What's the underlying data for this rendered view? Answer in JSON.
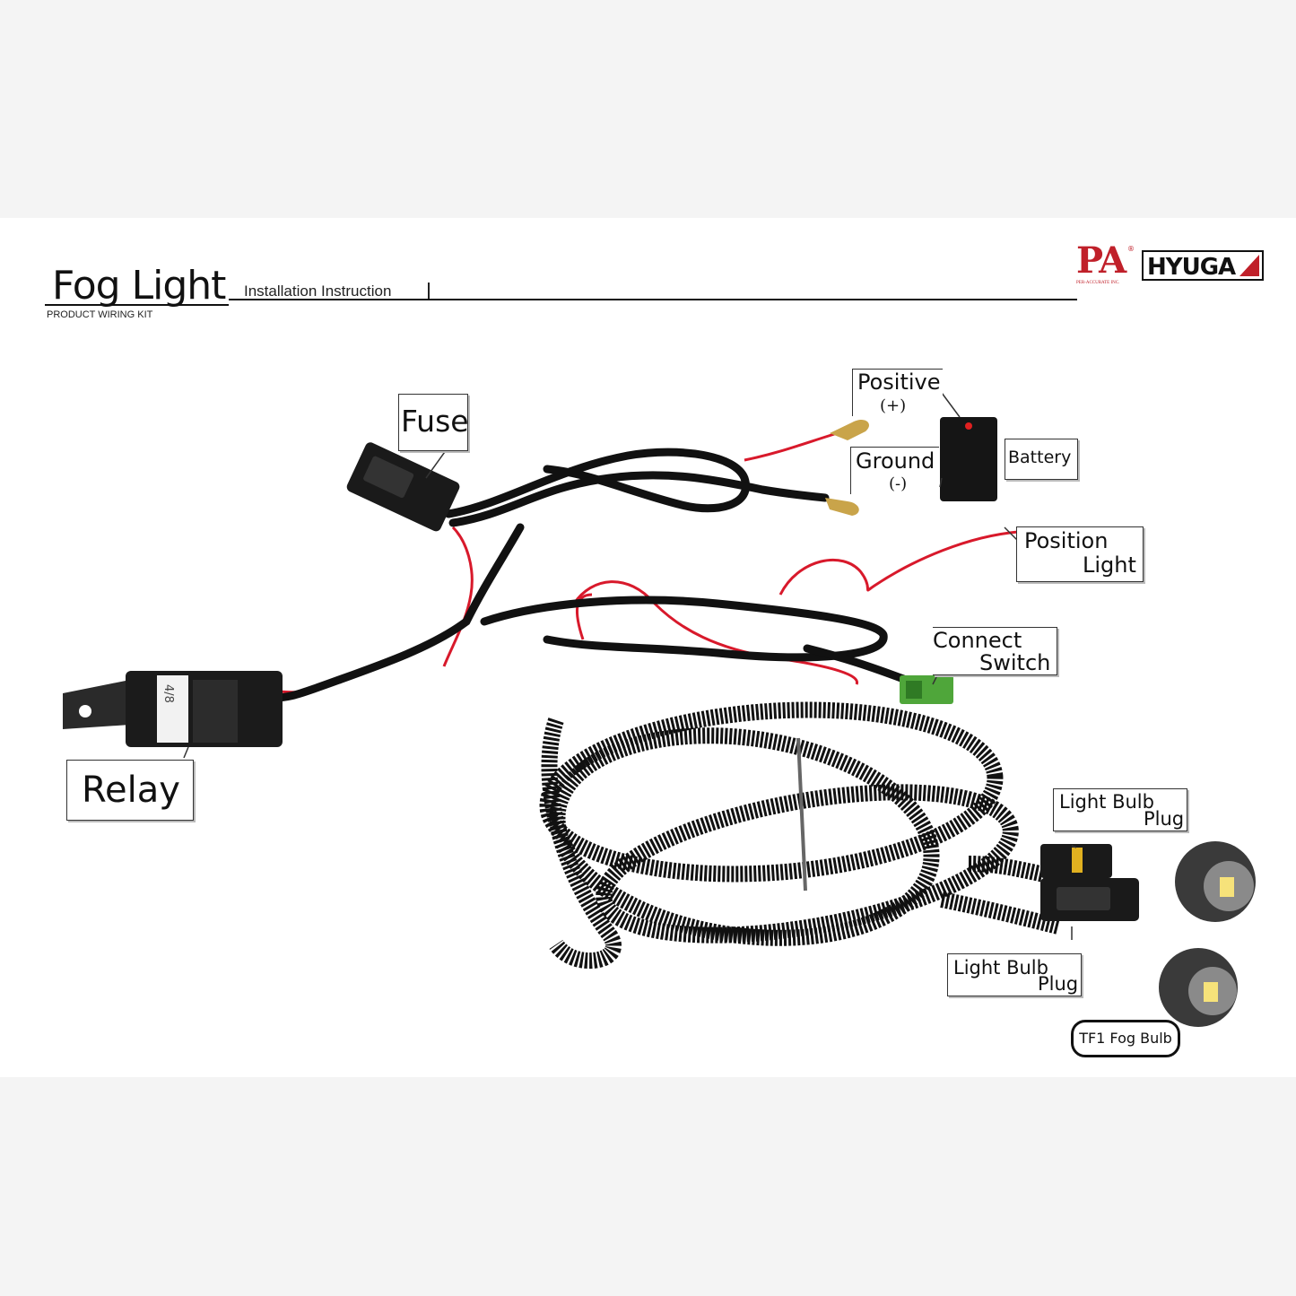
{
  "header": {
    "title": "Fog Light",
    "subtitle": "Installation Instruction",
    "kit_label": "PRODUCT WIRING KIT"
  },
  "brand": {
    "pa_logo": "PA",
    "pa_tagline": "PER-ACCURATE INC.",
    "registered_mark": "®",
    "hyuga_logo": "HYUGA",
    "accent_color": "#c0202a"
  },
  "labels": {
    "fuse": "Fuse",
    "positive": "Positive",
    "positive_symbol": "(+)",
    "ground": "Ground",
    "ground_symbol": "(-)",
    "battery": "Battery",
    "position_light_1": "Position",
    "position_light_2": "Light",
    "connect_switch_1": "Connect",
    "connect_switch_2": "Switch",
    "relay": "Relay",
    "relay_code": "4/8",
    "light_bulb_plug_top_1": "Light Bulb",
    "light_bulb_plug_top_2": "Plug",
    "light_bulb_plug_bottom_1": "Light Bulb",
    "light_bulb_plug_bottom_2": "Plug",
    "tf1_fog_bulb": "TF1 Fog Bulb"
  },
  "colors": {
    "wire_black": "#111111",
    "wire_red": "#d8192b",
    "connector_green": "#4fa63a",
    "terminal_gold": "#c9a44a"
  }
}
